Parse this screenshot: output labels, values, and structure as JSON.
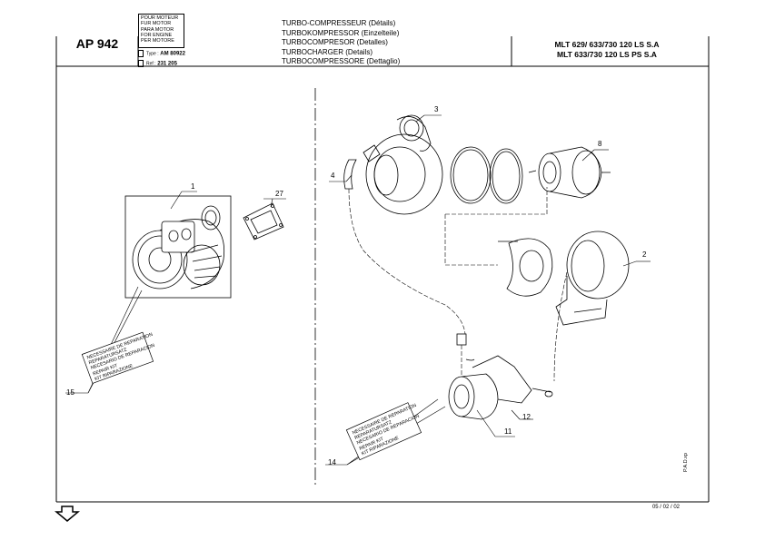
{
  "header": {
    "code": "AP 942",
    "engine_label_lines": [
      "POUR MOTEUR",
      "FUR MOTOR",
      "PARA MOTOR",
      "FOR ENGINE",
      "PER MOTORE"
    ],
    "type_label": "Type :",
    "type_value": "AM 80922",
    "ref_label": "Ref :",
    "ref_value": "231 205",
    "titles": [
      "TURBO-COMPRESSEUR (Détails)",
      "TURBOKOMPRESSOR (Einzelteile)",
      "TURBOCOMPRESOR (Detalles)",
      "TURBOCHARGER (Details)",
      "TURBOCOMPRESSORE (Dettaglio)"
    ],
    "models": [
      "MLT 629/ 633/730 120 LS S.A",
      "MLT 633/730 120 LS  PS S.A"
    ]
  },
  "callouts": {
    "c1": "1",
    "c27": "27",
    "c15": "15",
    "c3": "3",
    "c4": "4",
    "c8": "8",
    "c2": "2",
    "c12": "12",
    "c11": "11",
    "c14": "14"
  },
  "kit_label_left": [
    "NECESSAIRE DE REPARATION",
    "REPARATURSATZ",
    "NECESARIO DE REPARACION",
    "REPAIR KIT",
    "KIT RIPARAZIONE"
  ],
  "kit_label_right": [
    "NECESSAIRE DE REPARATION",
    "REPARATURSATZ",
    "NECESARIO DE REPARACION",
    "REPAIR KIT",
    "KIT RIPARAZIONE"
  ],
  "footer": {
    "date": "05 / 02 / 02",
    "side_code": "P.A.D.xp"
  },
  "icons": [
    "down-arrow-icon"
  ]
}
